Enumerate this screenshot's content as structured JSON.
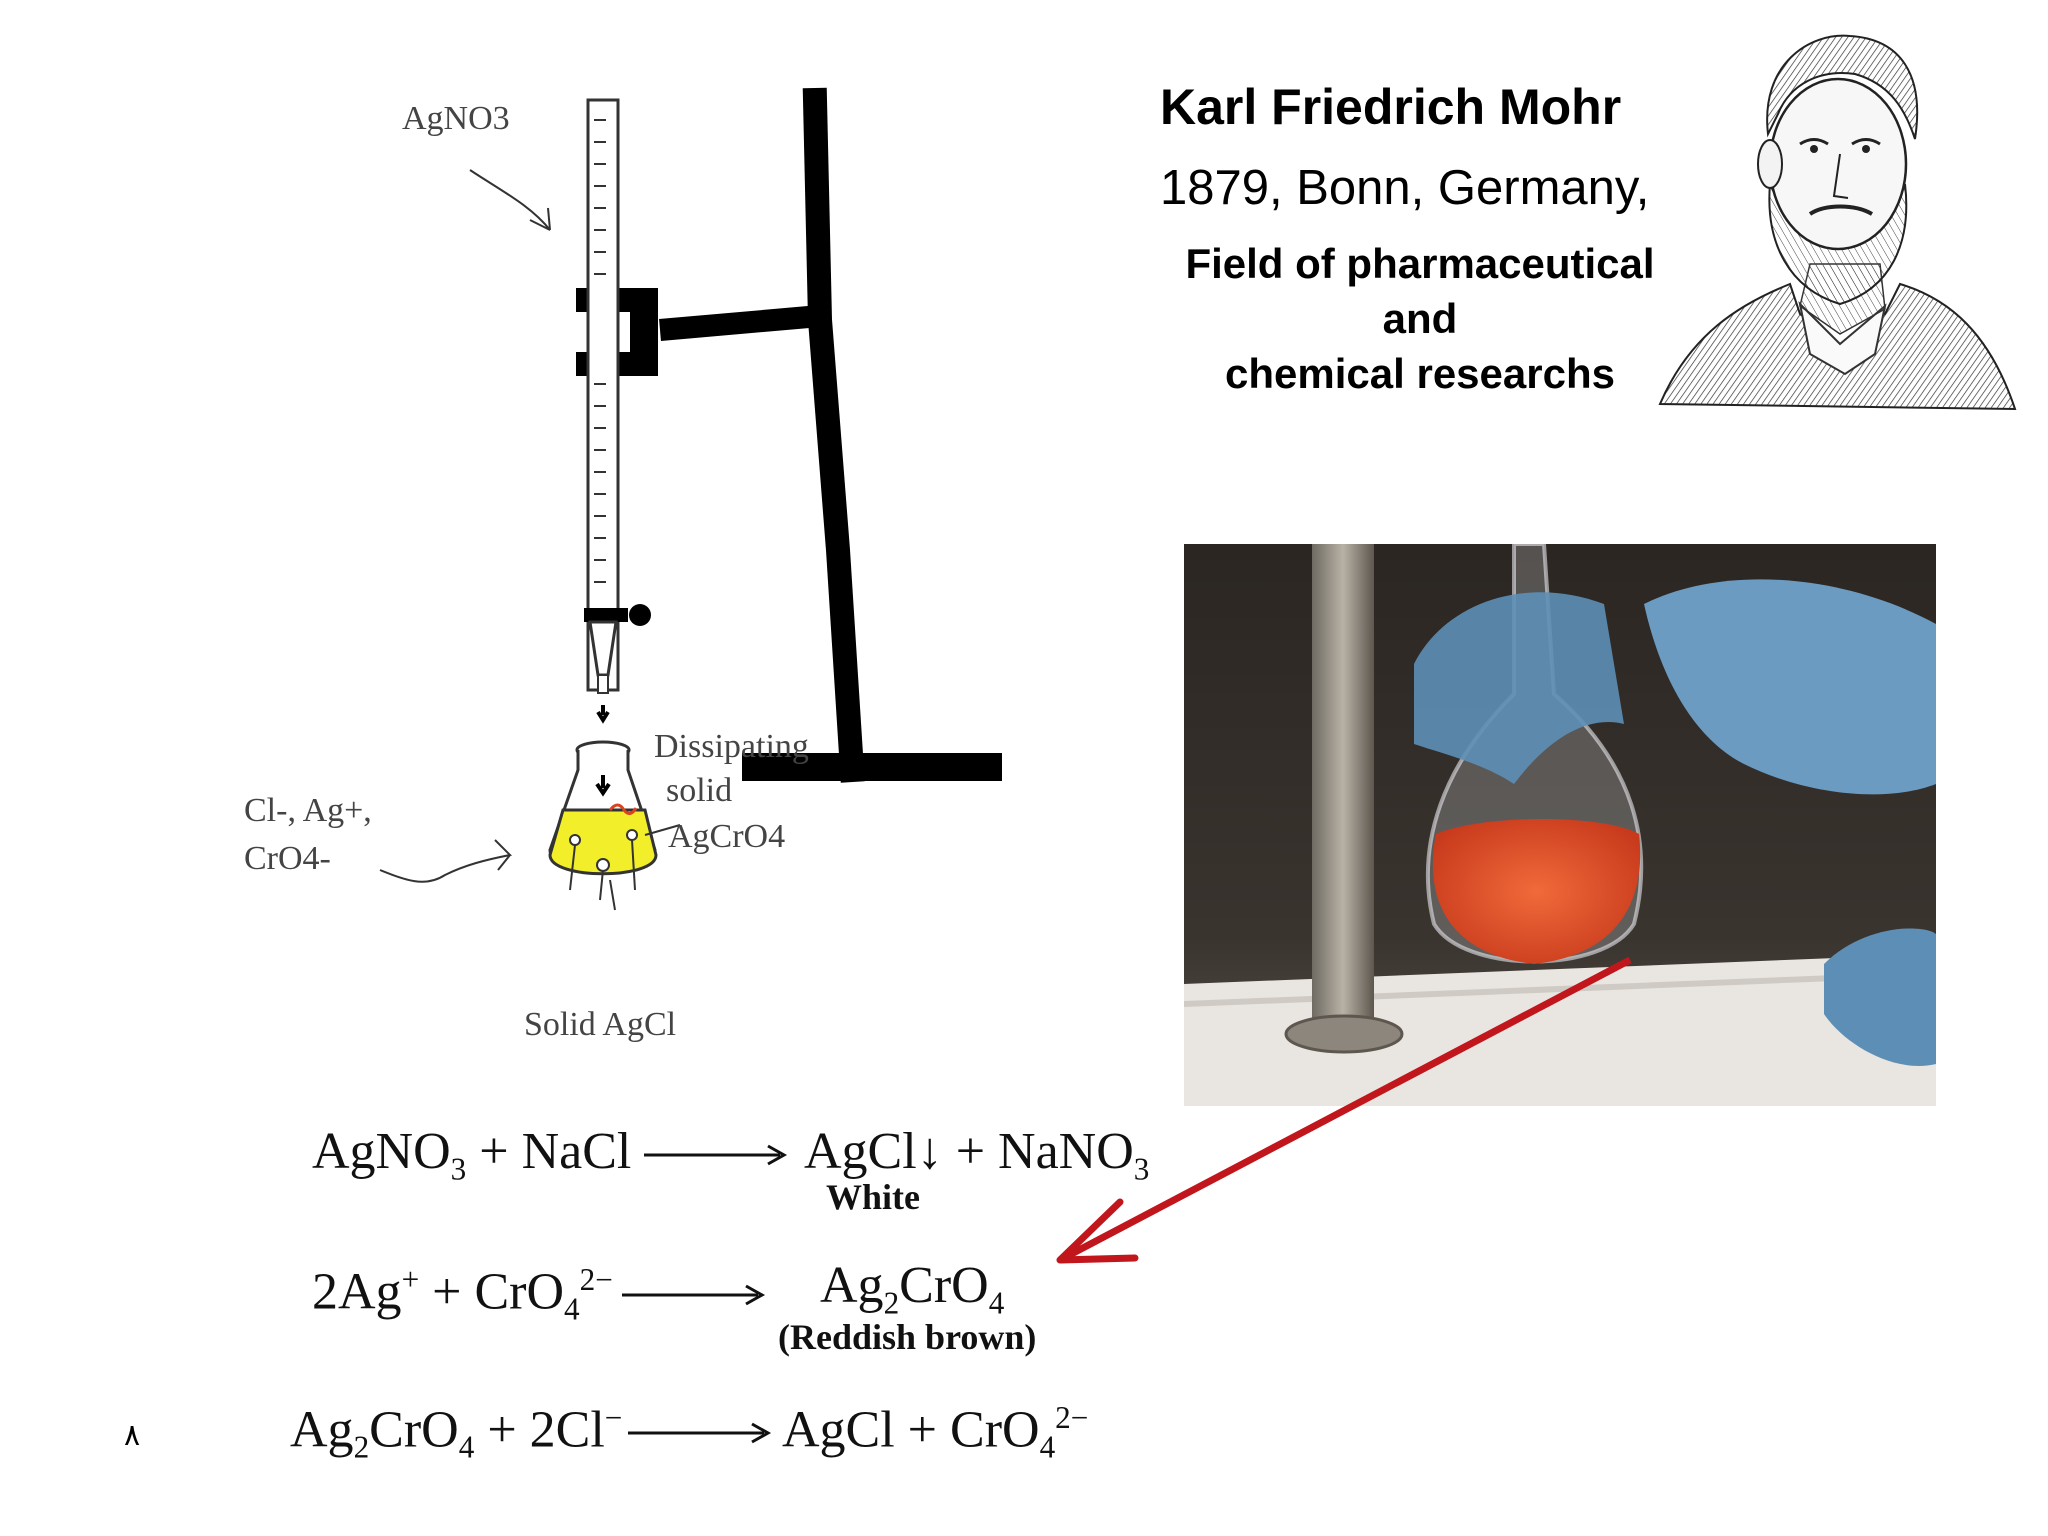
{
  "author": {
    "name": "Karl Friedrich Mohr",
    "meta": "1879, Bonn, Germany,",
    "field_lines": [
      "Field of pharmaceutical",
      "and",
      "chemical researchs"
    ]
  },
  "diagram": {
    "label_titrant": "AgNO3",
    "label_dissipating_1": "Dissipating",
    "label_dissipating_2": "solid",
    "label_dissipating_3": "AgCrO4",
    "label_ions_1": "Cl-, Ag+,",
    "label_ions_2": "CrO4-",
    "label_solid": "Solid AgCl"
  },
  "equations": {
    "eq1": {
      "lhs_a": "AgNO",
      "lhs_a_sub": "3",
      "lhs_b": " + NaCl",
      "rhs_a": "AgCl",
      "down": "↓",
      "rhs_b": " + NaNO",
      "rhs_b_sub": "3",
      "note": "White"
    },
    "eq2": {
      "lhs_a": "2Ag",
      "lhs_a_sup": "+",
      "lhs_b": " + CrO",
      "lhs_b_sup": "2−",
      "lhs_b_sub": "4",
      "rhs_a": "Ag",
      "rhs_a_sub": "2",
      "rhs_b": "CrO",
      "rhs_b_sub": "4",
      "note": "(Reddish brown)"
    },
    "eq3": {
      "lhs_a": "Ag",
      "lhs_a_sub": "2",
      "lhs_b": "CrO",
      "lhs_b_sub": "4",
      "lhs_c": " + 2Cl",
      "lhs_c_sup": "−",
      "rhs_a": "AgCl + CrO",
      "rhs_a_sup": "2−",
      "rhs_a_sub": "4"
    }
  },
  "page_number": "٨",
  "colors": {
    "arrow": "#c0161c",
    "solution_yellow": "#f2ee2a",
    "precipitate_orange": "#d9431f",
    "glove_blue": "#5d8fb6"
  }
}
